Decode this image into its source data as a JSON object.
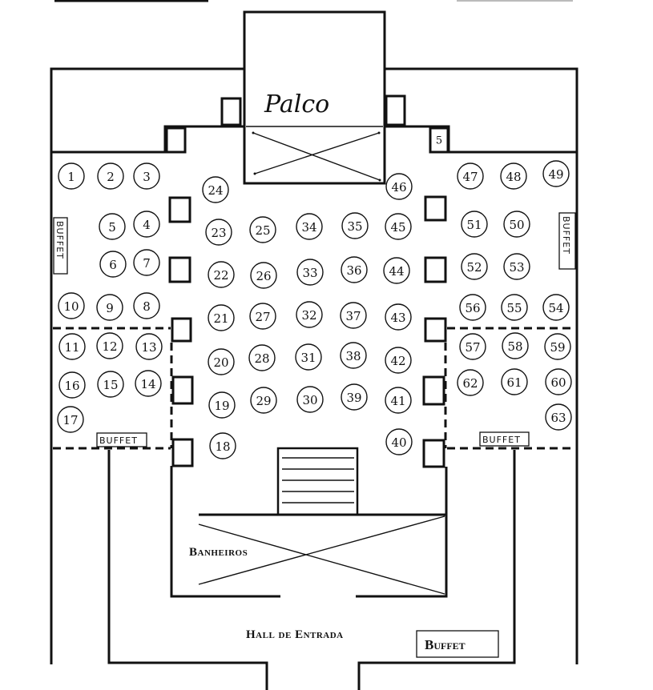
{
  "title": "Floor plan – event hall seating",
  "labels": {
    "stage": "Palco",
    "bathrooms": "Banheiros",
    "entrance_hall": "Hall de Entrada",
    "buffet": "BUFFET",
    "buffet_main": "Buffet",
    "small_table": "5"
  },
  "buffets": [
    {
      "id": "buffet-left-wall",
      "label": "BUFFET",
      "orientation": "vertical"
    },
    {
      "id": "buffet-right-wall",
      "label": "BUFFET",
      "orientation": "vertical"
    },
    {
      "id": "buffet-left-lower",
      "label": "BUFFET",
      "orientation": "horizontal"
    },
    {
      "id": "buffet-right-lower",
      "label": "BUFFET",
      "orientation": "horizontal"
    },
    {
      "id": "buffet-hall",
      "label": "Buffet",
      "orientation": "horizontal"
    }
  ],
  "tables": {
    "left_wing": [
      "1",
      "2",
      "3",
      "5",
      "4",
      "6",
      "7",
      "10",
      "9",
      "8",
      "11",
      "12",
      "13",
      "16",
      "15",
      "14",
      "17"
    ],
    "center": [
      "24",
      "23",
      "25",
      "34",
      "35",
      "45",
      "46",
      "22",
      "26",
      "33",
      "36",
      "44",
      "21",
      "27",
      "32",
      "37",
      "43",
      "20",
      "28",
      "31",
      "38",
      "42",
      "19",
      "29",
      "30",
      "39",
      "41",
      "18",
      "40"
    ],
    "right_wing": [
      "47",
      "48",
      "49",
      "51",
      "50",
      "52",
      "53",
      "56",
      "55",
      "54",
      "57",
      "58",
      "59",
      "62",
      "61",
      "60",
      "63"
    ]
  }
}
